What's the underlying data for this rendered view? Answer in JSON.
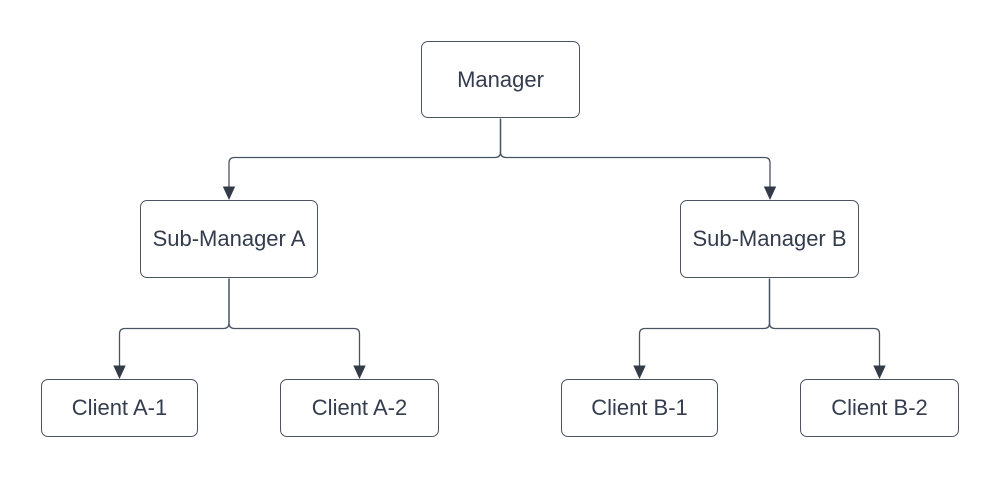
{
  "diagram": {
    "type": "org-chart",
    "nodes": {
      "manager": {
        "label": "Manager"
      },
      "sub_a": {
        "label": "Sub-Manager A"
      },
      "sub_b": {
        "label": "Sub-Manager B"
      },
      "client_a1": {
        "label": "Client A-1"
      },
      "client_a2": {
        "label": "Client A-2"
      },
      "client_b1": {
        "label": "Client B-1"
      },
      "client_b2": {
        "label": "Client B-2"
      }
    },
    "edges": [
      {
        "from": "Manager",
        "to": "Sub-Manager A"
      },
      {
        "from": "Manager",
        "to": "Sub-Manager B"
      },
      {
        "from": "Sub-Manager A",
        "to": "Client A-1"
      },
      {
        "from": "Sub-Manager A",
        "to": "Client A-2"
      },
      {
        "from": "Sub-Manager B",
        "to": "Client B-1"
      },
      {
        "from": "Sub-Manager B",
        "to": "Client B-2"
      }
    ],
    "colors": {
      "background": "#FFFFFF",
      "node_fill": "#FFFFFF",
      "node_border": "#4A5362",
      "connector": "#4A5362",
      "arrowhead": "#333B49",
      "text": "#343C4D"
    }
  }
}
